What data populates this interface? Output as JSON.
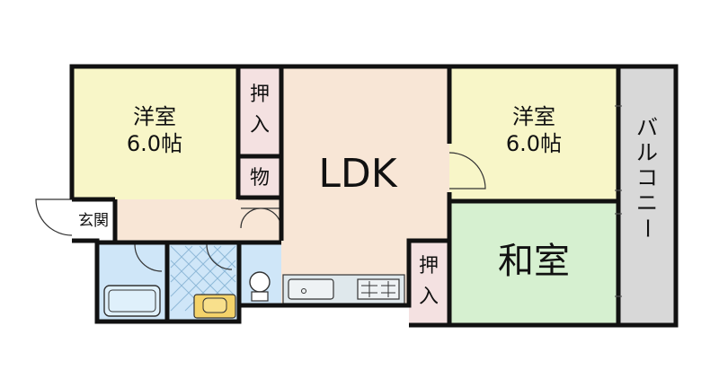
{
  "rooms": {
    "western_room_1": {
      "name": "洋室",
      "size": "6.0帖"
    },
    "western_room_2": {
      "name": "洋室",
      "size": "6.0帖"
    },
    "closet_top": "押入",
    "storage": "物",
    "ldk": "LDK",
    "entrance": "玄関",
    "closet_lower": "押入",
    "japanese_room": "和室",
    "balcony": "バルコニー"
  },
  "colors": {
    "western_room": "#f8f6c8",
    "ldk": "#f8e6d6",
    "closet": "#f4e1e1",
    "japanese_room": "#d6f0d0",
    "balcony": "#d8d8d8",
    "wet_area": "#cfe6f8",
    "wall": "#111111"
  }
}
